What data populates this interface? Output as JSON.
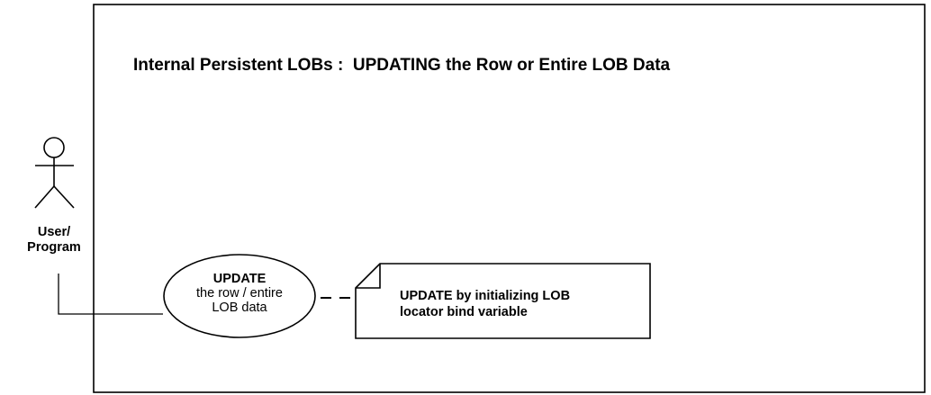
{
  "title": "Internal Persistent LOBs :  UPDATING the Row or Entire LOB Data",
  "actor": {
    "line1": "User/",
    "line2": "Program"
  },
  "use_case": {
    "title": "UPDATE",
    "line2": "the row / entire",
    "line3": "LOB data"
  },
  "note": {
    "line1": "UPDATE by initializing LOB",
    "line2": "locator bind variable"
  },
  "colors": {
    "stroke": "#000000",
    "background": "#ffffff"
  }
}
